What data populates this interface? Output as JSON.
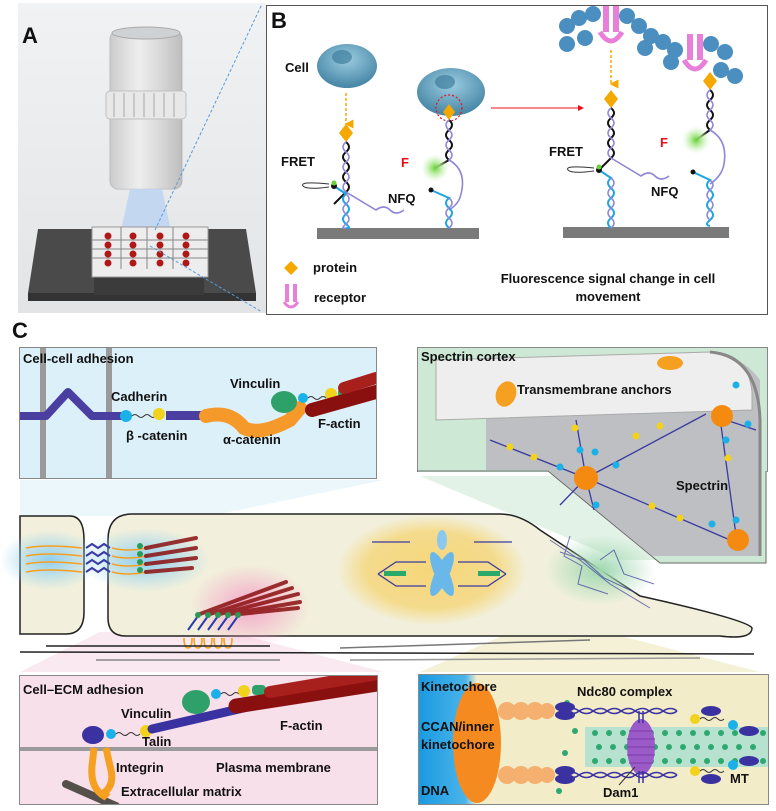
{
  "panel_a": {
    "letter": "A",
    "description": "Microscope objective illuminating a 4x4 well array on a stage"
  },
  "panel_b": {
    "letter": "B",
    "labels": {
      "cell": "Cell",
      "fret_left": "FRET",
      "f_left": "F",
      "nfq_left": "NFQ",
      "fret_right": "FRET",
      "f_right": "F",
      "nfq_right": "NFQ"
    },
    "legend": [
      {
        "icon": "protein-diamond-icon",
        "label": "protein"
      },
      {
        "icon": "receptor-icon",
        "label": "receptor"
      }
    ],
    "caption_line1": "Fluorescence signal change in cell",
    "caption_line2": "movement",
    "colors": {
      "protein": "#f5a800",
      "receptor": "#e87fd8",
      "cell": "#5a9fbf",
      "fluor": "#7ad04a",
      "arrow": "#e8101a"
    }
  },
  "panel_c": {
    "letter": "C",
    "cell_cell": {
      "title": "Cell-cell adhesion",
      "labels": {
        "cadherin": "Cadherin",
        "beta_catenin": "β -catenin",
        "alpha_catenin": "α-catenin",
        "vinculin": "Vinculin",
        "f_actin": "F-actin"
      }
    },
    "spectrin": {
      "title": "Spectrin cortex",
      "labels": {
        "anchors": "Transmembrane anchors",
        "spectrin": "Spectrin"
      }
    },
    "cell_ecm": {
      "title": "Cell–ECM  adhesion",
      "labels": {
        "vinculin": "Vinculin",
        "f_actin": "F-actin",
        "talin": "Talin",
        "integrin": "Integrin",
        "plasma_membrane": "Plasma membrane",
        "ecm": "Extracellular matrix"
      }
    },
    "kinetochore": {
      "labels": {
        "kinetochore": "Kinetochore",
        "ccan1": "CCAN/inner",
        "ccan2": "kinetochore",
        "dna": "DNA",
        "ndc80": "Ndc80 complex",
        "dam1": "Dam1",
        "mt": "MT"
      }
    }
  }
}
